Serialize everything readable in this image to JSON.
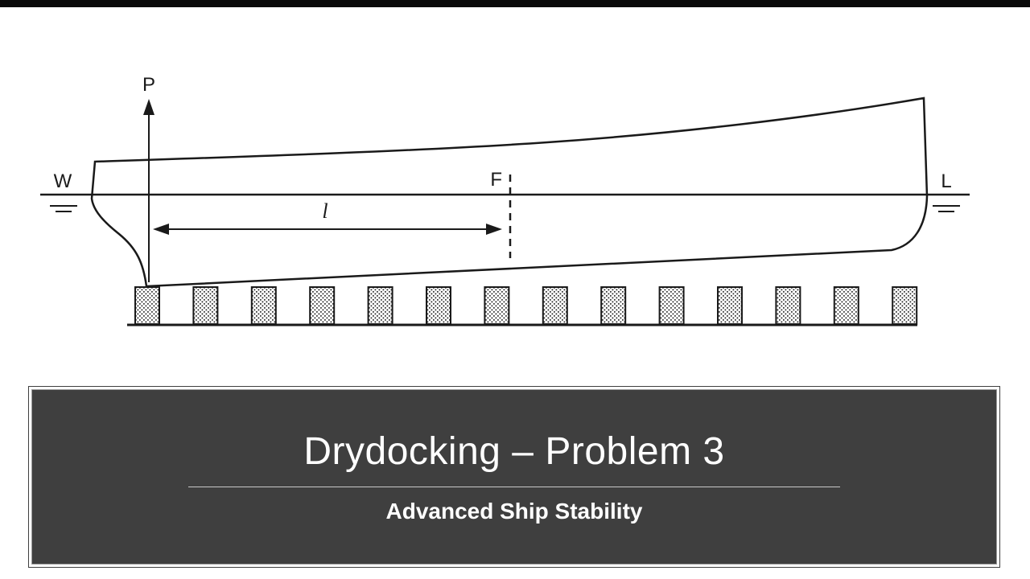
{
  "slide": {
    "title": "Drydocking – Problem 3",
    "subtitle": "Advanced Ship Stability"
  },
  "diagram": {
    "labels": {
      "force": "P",
      "waterline_left": "W",
      "waterline_right": "L",
      "flotation": "F",
      "length": "l"
    },
    "block_count": 14,
    "colors": {
      "line": "#1a1a1a",
      "title_box_bg": "#3f3f3f",
      "title_text": "#ffffff"
    }
  }
}
